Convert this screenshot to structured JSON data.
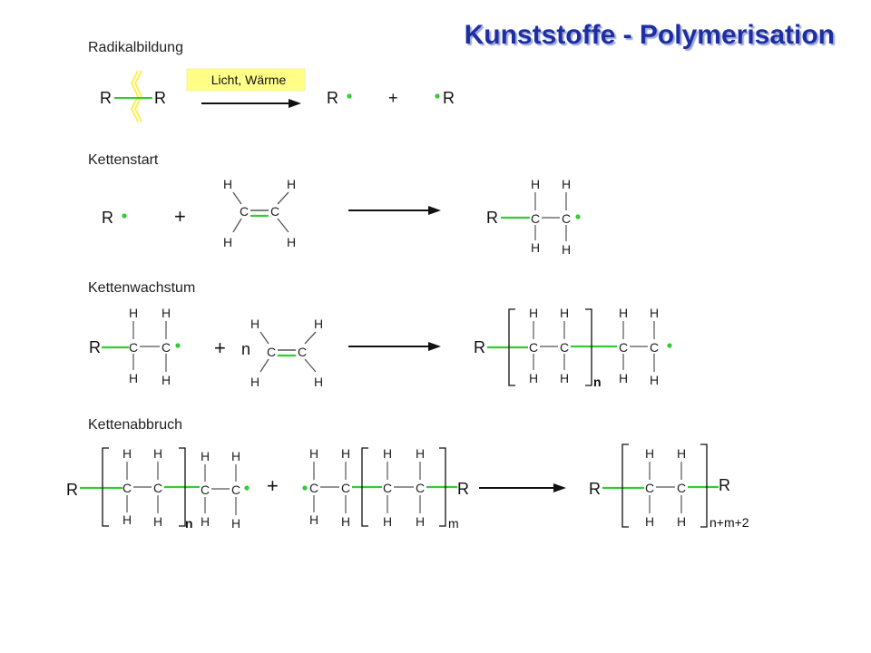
{
  "title": "Kunststoffe - Polymerisation",
  "sections": {
    "radical": "Radikalbildung",
    "start": "Kettenstart",
    "growth": "Kettenwachstum",
    "termination": "Kettenabbruch"
  },
  "conditions": "Licht, Wärme",
  "symbols": {
    "R": "R",
    "C": "C",
    "H": "H",
    "plus": "+",
    "n": "n",
    "m": "m",
    "nm2": "n+m+2"
  },
  "colors": {
    "bond_green": "#33cc33",
    "radical_dot": "#33cc33",
    "title_blue": "#1f2fa0",
    "highlight_yellow": "#ffff88",
    "bond_gray": "#555555"
  }
}
